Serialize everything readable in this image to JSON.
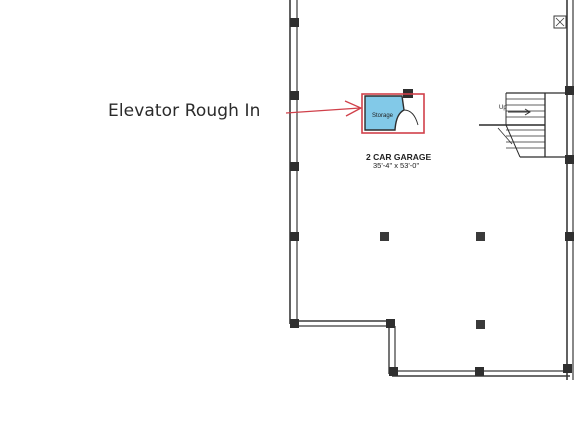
{
  "callout": {
    "label": "Elevator Rough In",
    "color": "#d0404a"
  },
  "garage": {
    "title": "2 CAR GARAGE",
    "dimensions": "35'-4\" x 53'-0\""
  },
  "storage": {
    "label": "Storage",
    "fill": "#82c9e8"
  },
  "stair": {
    "label": "Up"
  },
  "colors": {
    "wall": "#3a3a3a",
    "column": "#2f2f2f",
    "ink": "#222222",
    "callout": "#d0404a",
    "storage": "#82c9e8"
  }
}
